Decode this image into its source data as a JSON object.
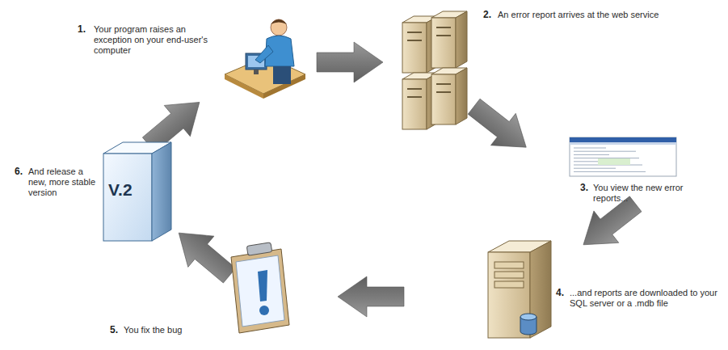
{
  "diagram": {
    "labels": [
      "1.",
      "Your program raises an exception on your end-user's computer",
      "2.",
      "An error report arrives at the web service",
      "3.",
      "You view the new error reports...",
      "4.",
      "...and reports are downloaded to your SQL server or a .mdb file",
      "5.",
      "You fix the bug",
      "6.",
      "And release a new, more stable version",
      "V.2"
    ]
  }
}
